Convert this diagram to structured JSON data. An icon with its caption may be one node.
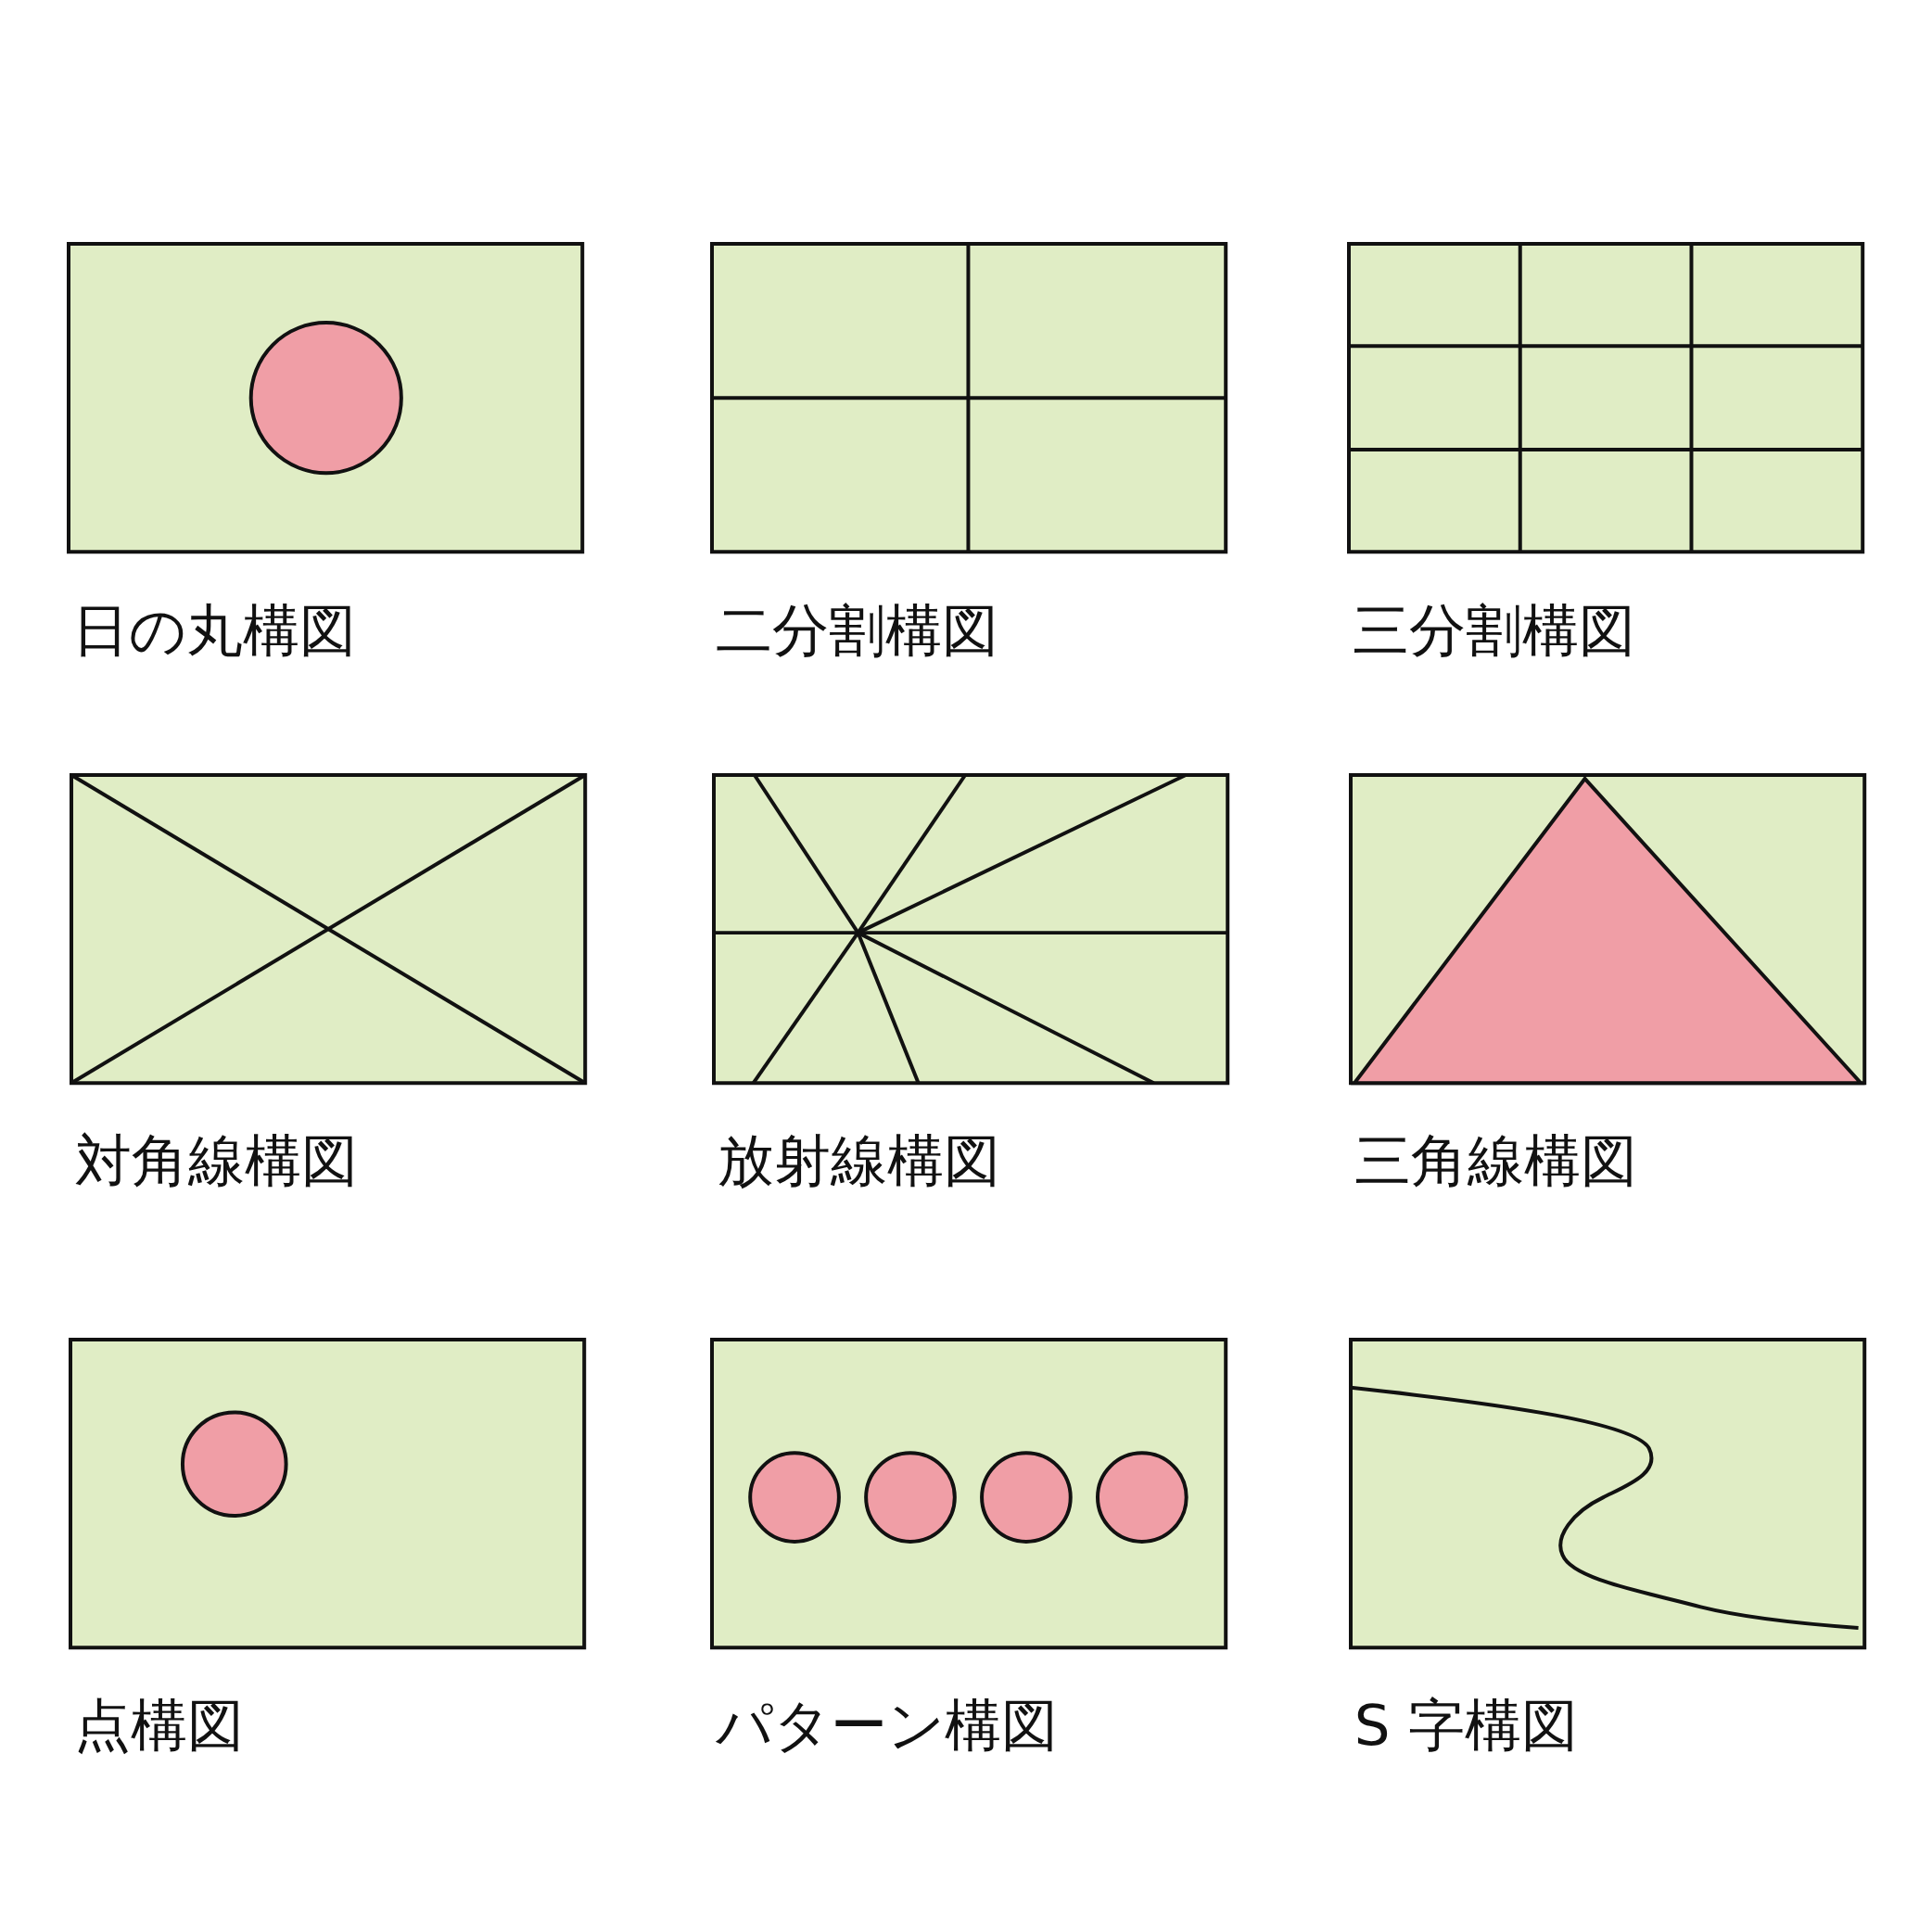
{
  "diagram": {
    "nodes": [
      {
        "text": [
          "日の丸構図"
        ]
      },
      {
        "text": [
          "二分割構図"
        ]
      },
      {
        "text": [
          "三分割構図"
        ]
      },
      {
        "text": [
          "対角線構図"
        ]
      },
      {
        "text": [
          "放射線構図"
        ]
      },
      {
        "text": [
          "三角線構図"
        ]
      },
      {
        "text": [
          "点構図"
        ]
      },
      {
        "text": [
          "パターン構図"
        ]
      },
      {
        "text": [
          "S 字構図"
        ]
      }
    ]
  }
}
